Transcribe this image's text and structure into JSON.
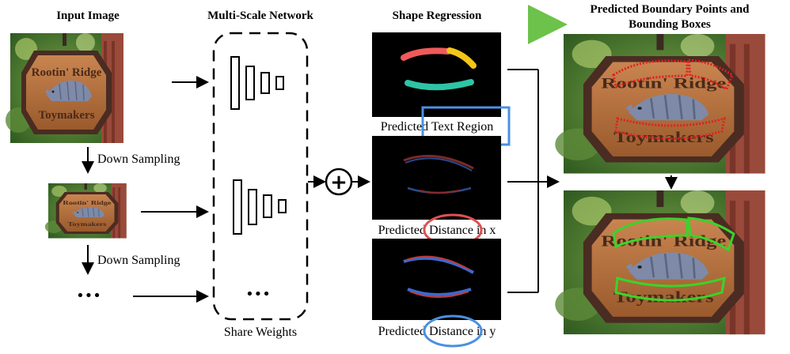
{
  "headers": {
    "input": "Input Image",
    "network": "Multi-Scale Network",
    "regression": "Shape Regression",
    "output_line1": "Predicted Boundary Points and",
    "output_line2": "Bounding Boxes"
  },
  "labels": {
    "down_sampling_1": "Down Sampling",
    "down_sampling_2": "Down Sampling",
    "ellipsis_left": "•••",
    "ellipsis_net": "•••",
    "share_weights": "Share Weights",
    "text_region": "Predicted Text Region",
    "distance_x": "Predicted Distance in x",
    "distance_y": "Predicted Distance in y",
    "plus": "+"
  },
  "sign": {
    "line1": "Rootin' Ridge",
    "line2": "Toymakers"
  },
  "colors": {
    "top_arrow": "#6cc24a",
    "blue_box": "#4a90e2",
    "red_ellipse": "#e05050",
    "blue_ellipse": "#4a90e2",
    "red_points": "#e02020",
    "green_boxes": "#39d42a",
    "seg_red": "#f05a5a",
    "seg_yellow": "#f5c518",
    "seg_teal": "#2ec4a6"
  }
}
